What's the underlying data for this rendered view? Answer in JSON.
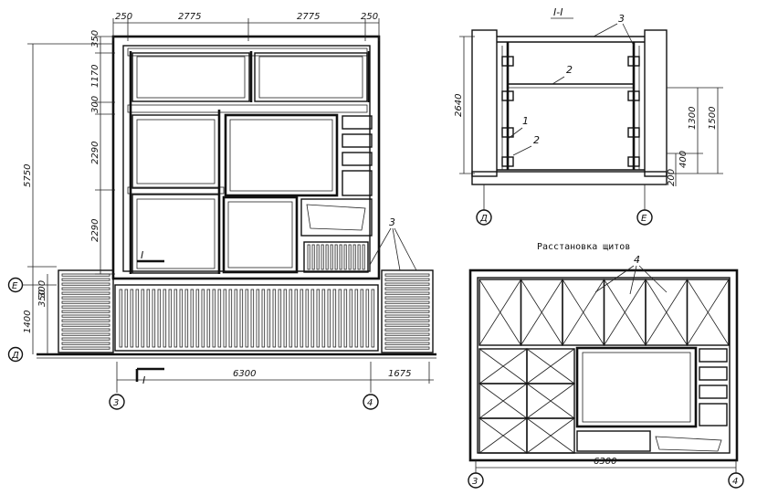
{
  "plan": {
    "dims_top": [
      "250",
      "2775",
      "2775",
      "250"
    ],
    "dims_left": [
      "350",
      "1170",
      "300",
      "2290",
      "2290"
    ],
    "dim_total_height": "5750",
    "dims_bottom": [
      "6300",
      "1675"
    ],
    "dims_lower_left": [
      "300",
      "350",
      "1400"
    ],
    "section_mark": "I",
    "callout_label": "3",
    "axes": [
      "Е",
      "Д",
      "3",
      "4"
    ]
  },
  "section": {
    "title": "I-I",
    "dims": [
      "2640",
      "1300",
      "1500",
      "400",
      "200"
    ],
    "callouts": [
      "3",
      "2",
      "1",
      "2"
    ],
    "axes": [
      "Д",
      "Е"
    ]
  },
  "layout_plan": {
    "title": "Расстановка щитов",
    "callout_label": "4",
    "dim": "6300",
    "axes": [
      "3",
      "4"
    ]
  }
}
